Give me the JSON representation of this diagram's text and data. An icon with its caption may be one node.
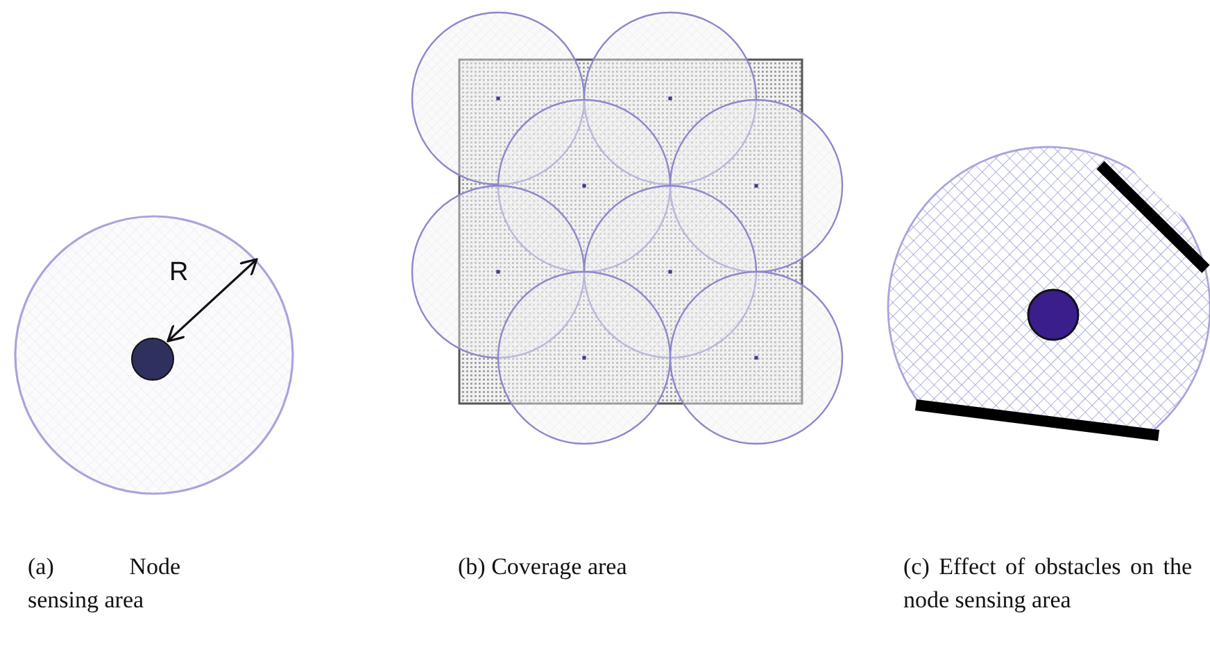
{
  "diagram": {
    "labels": [
      "R",
      "(a) Node sensing area",
      "(b) Coverage area",
      "(c) Effect of obstacles on the node sensing area"
    ]
  }
}
